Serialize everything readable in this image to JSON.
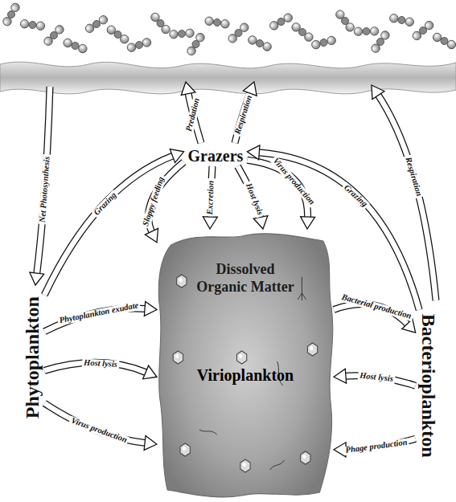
{
  "diagram": {
    "nodes": [
      {
        "text": [
          "Grazers"
        ]
      },
      {
        "text": [
          "Phytoplankton"
        ]
      },
      {
        "text": [
          "Dissolved Organic Matter",
          "Virioplankton"
        ]
      },
      {
        "text": [
          "Bacterioplankton"
        ]
      }
    ],
    "edges": [
      {
        "from": 1,
        "to": 0,
        "label": "Grazing",
        "arrow": "to"
      },
      {
        "from": 0,
        "to": 2,
        "label": "Sloppy feeding",
        "arrow": "to"
      },
      {
        "from": 0,
        "to": 2,
        "label": "Excretion",
        "arrow": "to"
      },
      {
        "from": 0,
        "to": 2,
        "label": "Host lysis",
        "arrow": "to"
      },
      {
        "from": 0,
        "to": 2,
        "label": "Virus production",
        "arrow": "to"
      },
      {
        "from": 3,
        "to": 0,
        "label": "Grazing",
        "arrow": "to"
      },
      {
        "from": 1,
        "to": 2,
        "label": "Phytoplankton exudate",
        "arrow": "to"
      },
      {
        "from": 2,
        "to": 3,
        "label": "Bacterial production",
        "arrow": "to"
      },
      {
        "from": 1,
        "to": 2,
        "label": "Host lysis",
        "arrow": "to"
      },
      {
        "from": 1,
        "to": 2,
        "label": "Virus production",
        "arrow": "to"
      },
      {
        "from": 3,
        "to": 2,
        "label": "Host lysis",
        "arrow": "to"
      },
      {
        "from": 3,
        "to": 2,
        "label": "Phage production",
        "arrow": "to"
      }
    ],
    "labels": [
      "Predation",
      "Respiration",
      "Net Photosynthesis",
      "Respiration"
    ]
  }
}
